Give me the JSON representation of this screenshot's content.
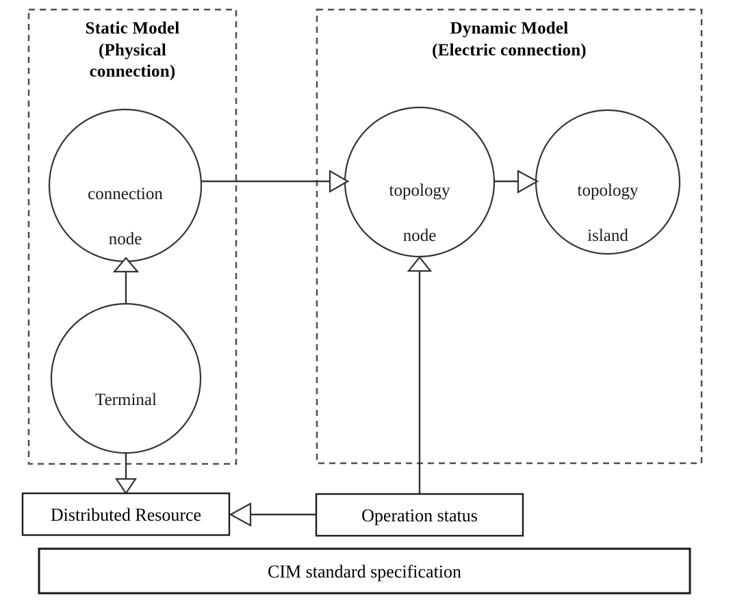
{
  "diagram": {
    "title_groups": [
      {
        "id": "static-model",
        "label": "Static Model\n(Physical\nconnection)",
        "line1": "Static Model",
        "line2": "(Physical",
        "line3": "connection)",
        "border_style": "dashed",
        "color": "#4d4d4d"
      },
      {
        "id": "dynamic-model",
        "label": "Dynamic Model\n(Electric connection)",
        "line1": "Dynamic Model",
        "line2": "(Electric connection)",
        "border_style": "dashed",
        "color": "#4d4d4d"
      }
    ],
    "circle_nodes": [
      {
        "id": "connection-node",
        "label": "connection\nnode",
        "line1": "connection",
        "line2": "node"
      },
      {
        "id": "terminal",
        "label": "Terminal",
        "line1": "Terminal",
        "line2": ""
      },
      {
        "id": "topology-node",
        "label": "topology\nnode",
        "line1": "topology",
        "line2": "node"
      },
      {
        "id": "topology-island",
        "label": "topology\nisland",
        "line1": "topology",
        "line2": "island"
      }
    ],
    "boxes": [
      {
        "id": "distributed-resource",
        "label": "Distributed Resource"
      },
      {
        "id": "operation-status",
        "label": "Operation status"
      },
      {
        "id": "cim-standard-specification",
        "label": "CIM standard specification"
      }
    ],
    "connectors": [
      {
        "id": "connection-node-to-topology-node",
        "from": "connection node",
        "to": "topology node",
        "arrow": "hollow-triangle",
        "direction": "right"
      },
      {
        "id": "topology-node-to-topology-island",
        "from": "topology node",
        "to": "topology island",
        "arrow": "hollow-triangle",
        "direction": "right"
      },
      {
        "id": "terminal-to-connection-node",
        "from": "Terminal",
        "to": "connection node",
        "arrow": "hollow-triangle",
        "direction": "up"
      },
      {
        "id": "terminal-to-distributed-resource",
        "from": "Terminal",
        "to": "Distributed Resource",
        "arrow": "hollow-triangle",
        "direction": "down"
      },
      {
        "id": "operation-status-to-topology-node",
        "from": "Operation status",
        "to": "topology node",
        "arrow": "hollow-triangle",
        "direction": "up"
      },
      {
        "id": "operation-status-to-distributed-resource",
        "from": "Operation status",
        "to": "Distributed Resource",
        "arrow": "hollow-triangle",
        "direction": "left"
      }
    ],
    "colors": {
      "stroke": "#333333",
      "dash_stroke": "#4d4d4d",
      "box_stroke": "#1a1a1a",
      "background": "#ffffff"
    }
  }
}
